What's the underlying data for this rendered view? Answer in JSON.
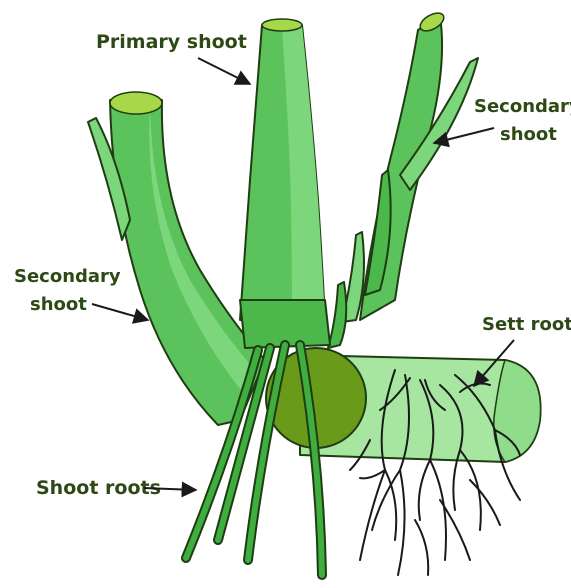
{
  "labels": {
    "primary_shoot": "Primary shoot",
    "secondary_shoot_right_line1": "Secondary",
    "secondary_shoot_right_line2": "shoot",
    "secondary_shoot_left_line1": "Secondary",
    "secondary_shoot_left_line2": "shoot",
    "sett_root": "Sett root",
    "shoot_roots": "Shoot roots"
  },
  "colors": {
    "shoot_light": "#7cd67c",
    "shoot_mid": "#4cb84c",
    "shoot_dark": "#2e8b2e",
    "shoot_top": "#a6d84a",
    "node_olive": "#6a9a1a",
    "sett_light": "#a6e6a0",
    "label_text": "#2d4a16",
    "root_lines": "#1a1a1a"
  }
}
